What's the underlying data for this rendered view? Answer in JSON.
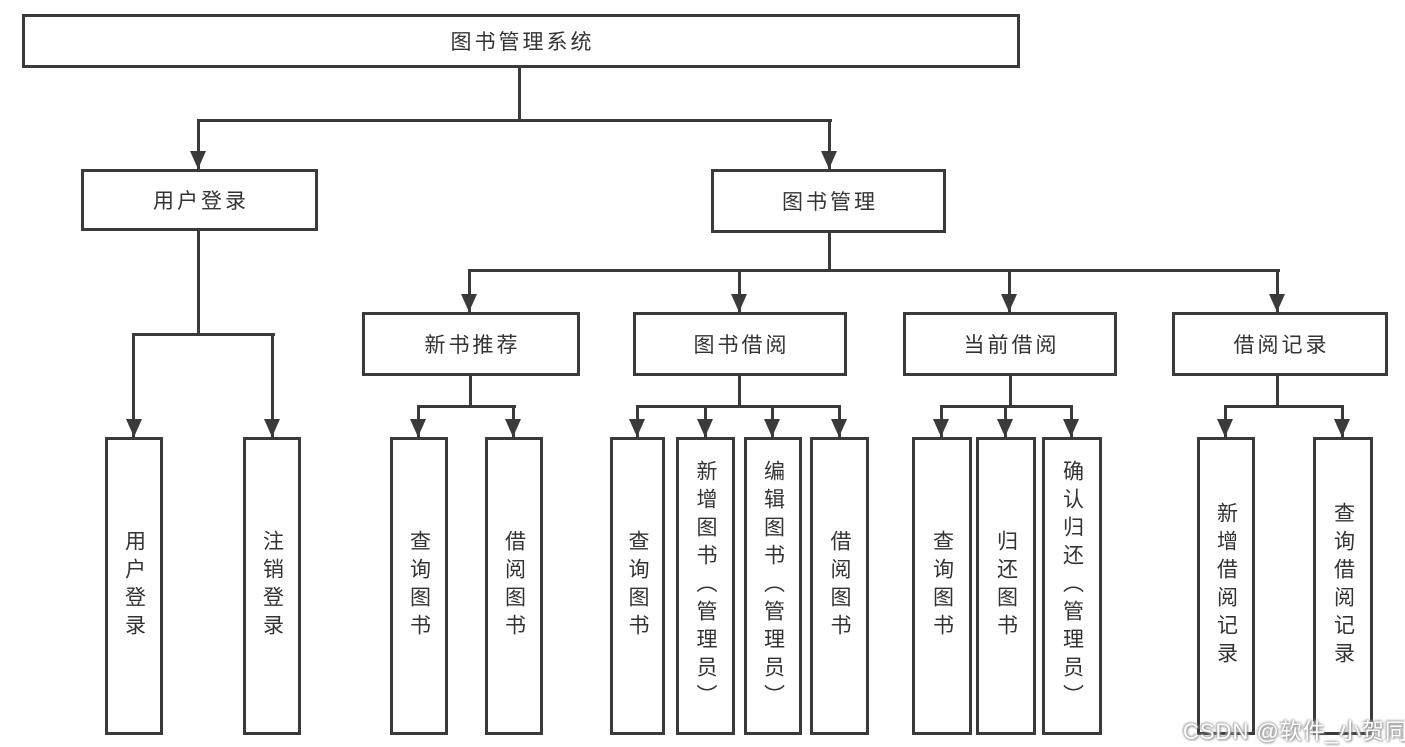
{
  "diagram": {
    "root": "图书管理系统",
    "level2": {
      "user_login": "用户登录",
      "book_mgmt": "图书管理"
    },
    "level3": {
      "new_book_rec": "新书推荐",
      "book_borrow": "图书借阅",
      "current_borrow": "当前借阅",
      "borrow_records": "借阅记录"
    },
    "level4": {
      "user_login_children": [
        "用户登录",
        "注销登录"
      ],
      "new_book_rec_children": [
        "查询图书",
        "借阅图书"
      ],
      "book_borrow_children": [
        "查询图书",
        "新增图书（管理员）",
        "编辑图书（管理员）",
        "借阅图书"
      ],
      "current_borrow_children": [
        "查询图书",
        "归还图书",
        "确认归还（管理员）"
      ],
      "borrow_records_children": [
        "新增借阅记录",
        "查询借阅记录"
      ]
    }
  },
  "watermark": "CSDN @软件_小贺同学",
  "colors": {
    "line": "#3a3a3a",
    "text": "#333333",
    "bg": "#ffffff",
    "wm": "#ffffff"
  }
}
